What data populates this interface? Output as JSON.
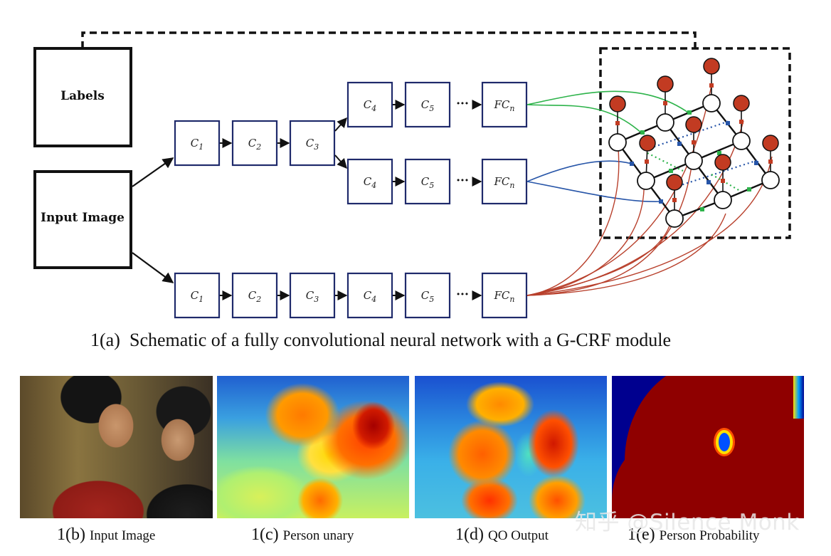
{
  "diagram": {
    "labels_box": "Labels",
    "input_box": "Input Image",
    "branch_top": [
      "C1",
      "C2",
      "C3"
    ],
    "branch_a": [
      "C4",
      "C5",
      "FCn"
    ],
    "branch_b": [
      "C4",
      "C5",
      "FCn"
    ],
    "branch_bottom": [
      "C1",
      "C2",
      "C3",
      "C4",
      "C5",
      "FCn"
    ],
    "ellipsis": "···",
    "colors": {
      "node_red": "#c23b22",
      "edge_green": "#2db34a",
      "edge_blue": "#2755a8",
      "edge_red": "#b8402c",
      "box_border": "#1f2a6b"
    }
  },
  "captions": {
    "main_tag": "1(a)",
    "main_text": "Schematic of a fully convolutional neural network with a G-CRF module",
    "sub": [
      {
        "tag": "1(b)",
        "text": "Input Image"
      },
      {
        "tag": "1(c)",
        "text": "Person unary"
      },
      {
        "tag": "1(d)",
        "text": "QO Output"
      },
      {
        "tag": "1(e)",
        "text": "Person Probability"
      }
    ]
  },
  "watermark": "知乎 @Silence Monk"
}
